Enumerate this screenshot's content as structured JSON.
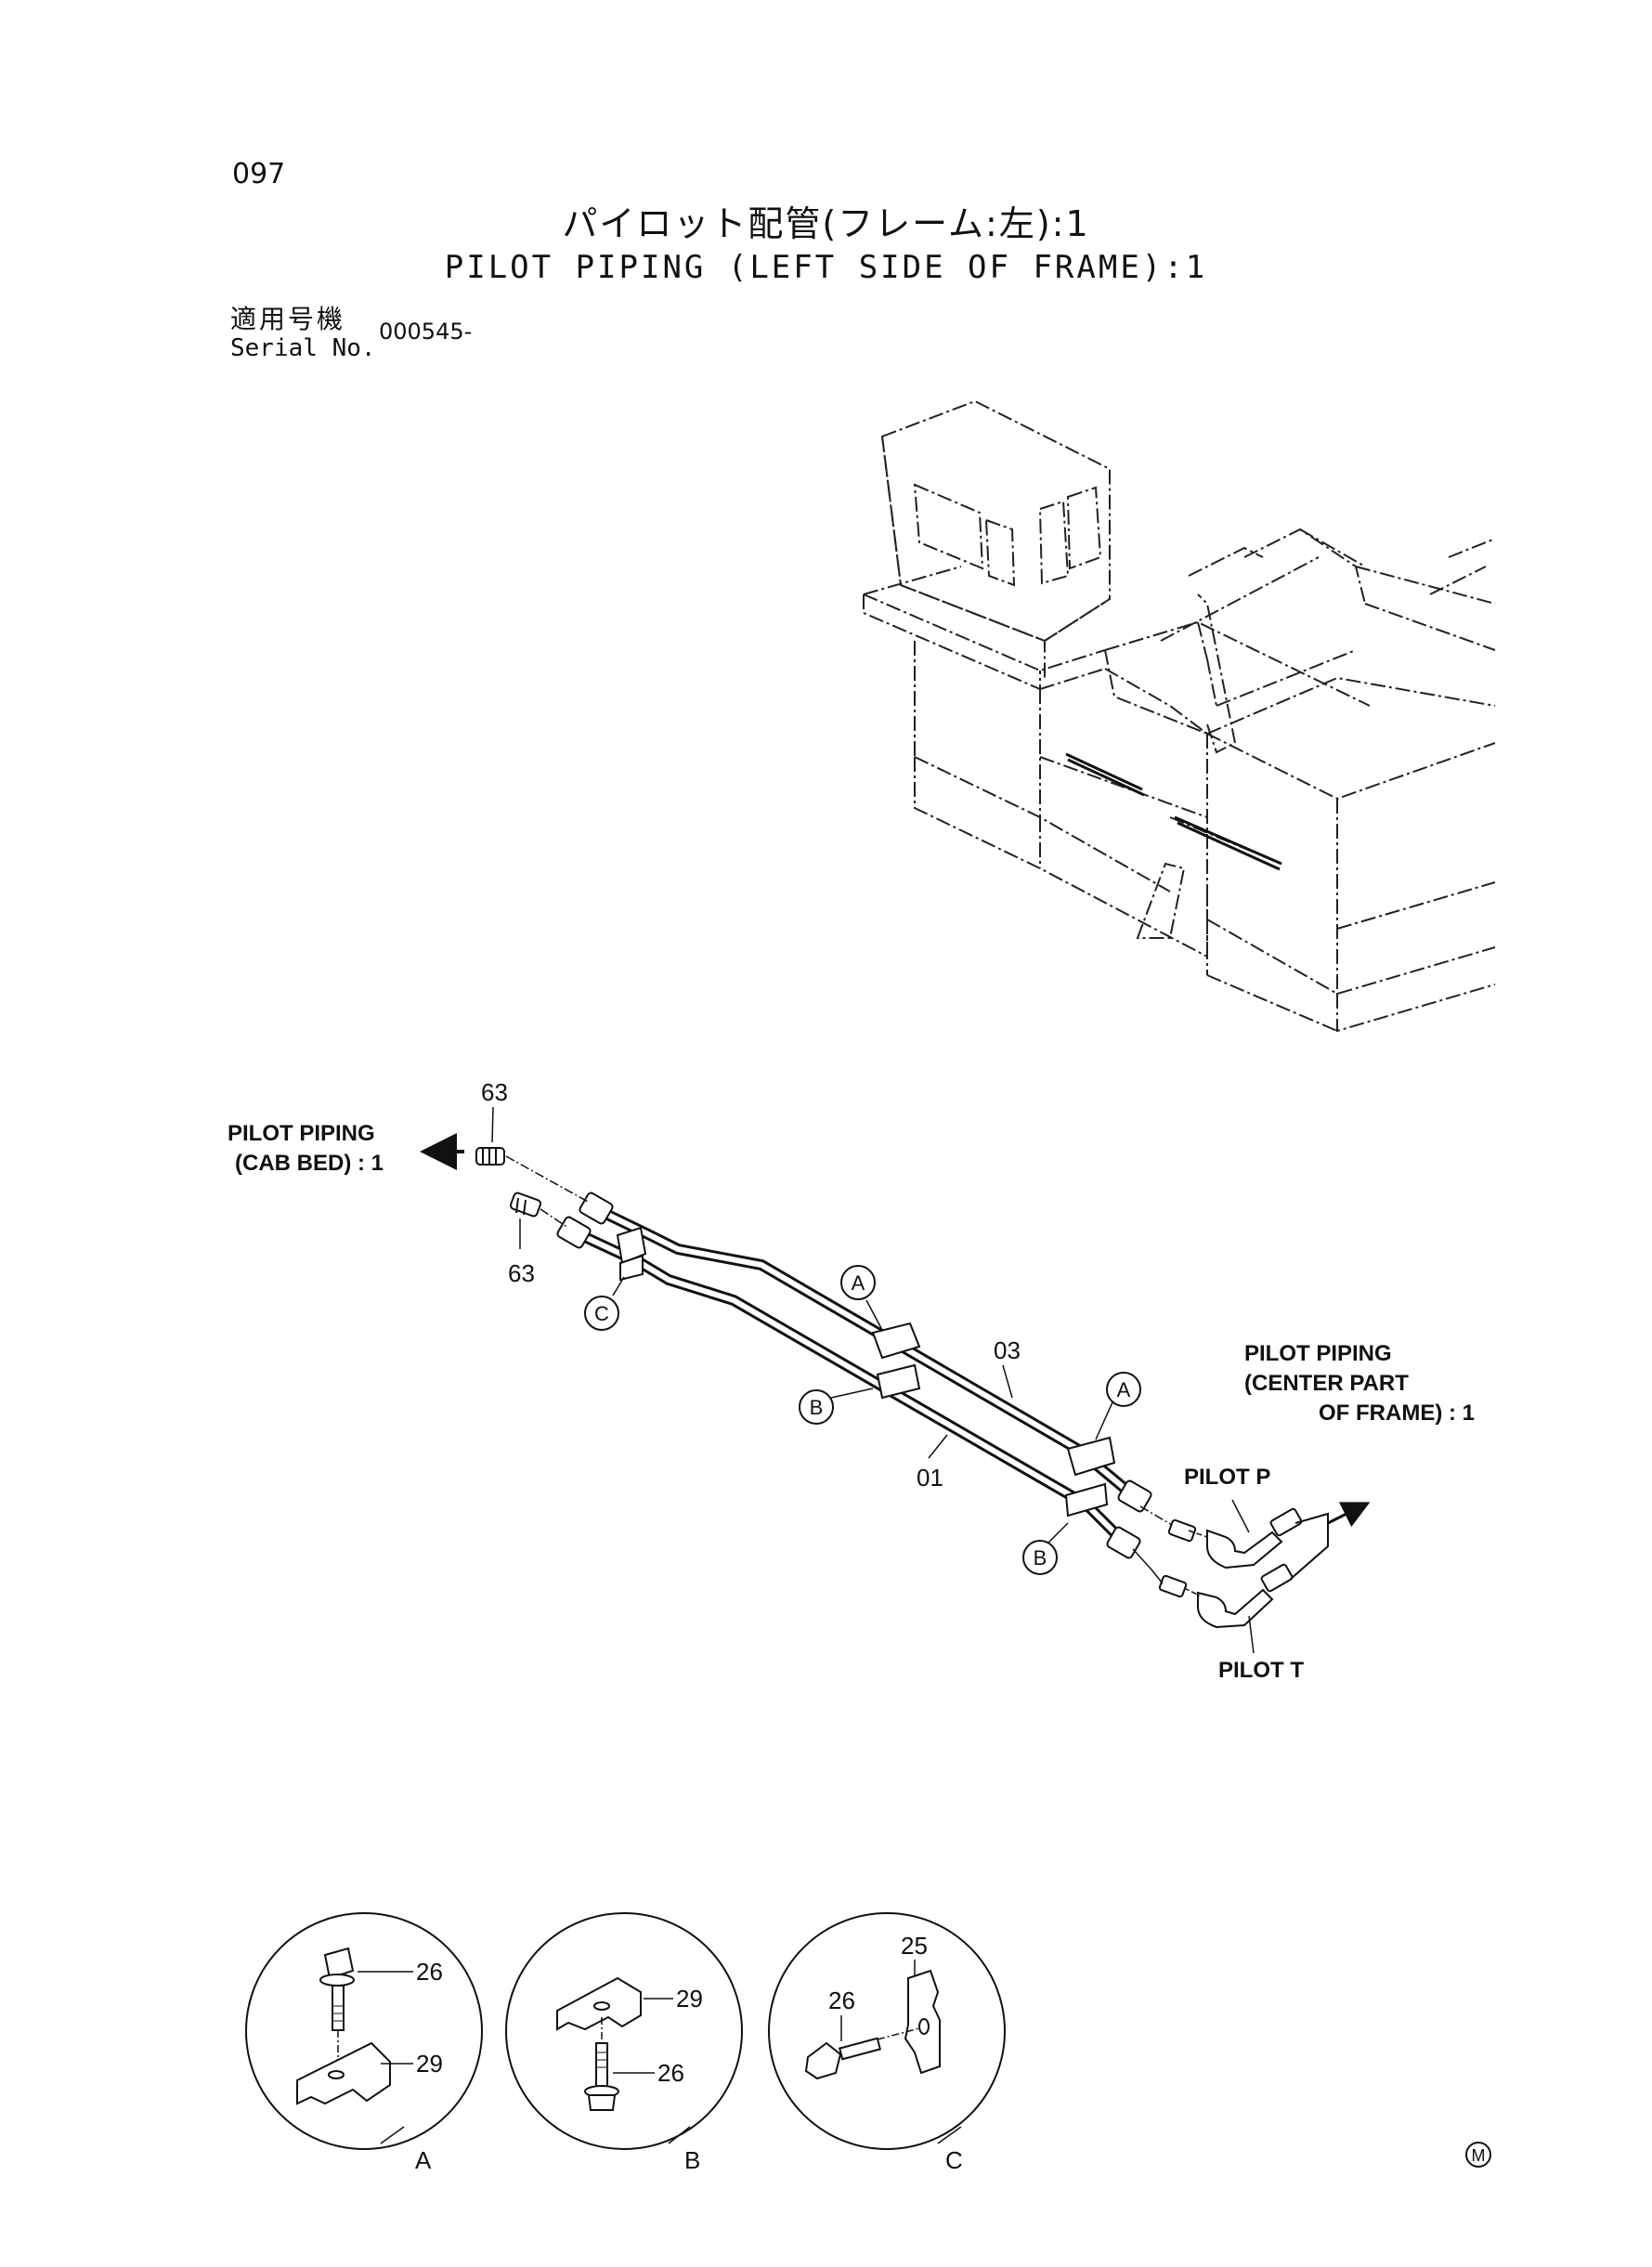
{
  "page_number": "097",
  "title_jp": "パイロット配管(フレーム:左):1",
  "title_en": "PILOT PIPING (LEFT SIDE OF FRAME):1",
  "serial": {
    "label_jp": "適用号機",
    "label_en": "Serial No.",
    "value": "000545-"
  },
  "callouts": {
    "cab_bed_line1": "PILOT PIPING",
    "cab_bed_line2": "(CAB BED) : 1",
    "center_line1": "PILOT PIPING",
    "center_line2": "(CENTER PART",
    "center_line3": "OF FRAME) : 1",
    "pilot_p": "PILOT  P",
    "pilot_t": "PILOT  T"
  },
  "parts": {
    "fitting_top": "63",
    "fitting_bottom": "63",
    "pipe_03": "03",
    "pipe_01": "01",
    "bolt": "26",
    "clamp_29": "29",
    "clamp_25": "25"
  },
  "markers": {
    "a": "A",
    "b": "B",
    "c": "C"
  },
  "footer_mark": "M"
}
